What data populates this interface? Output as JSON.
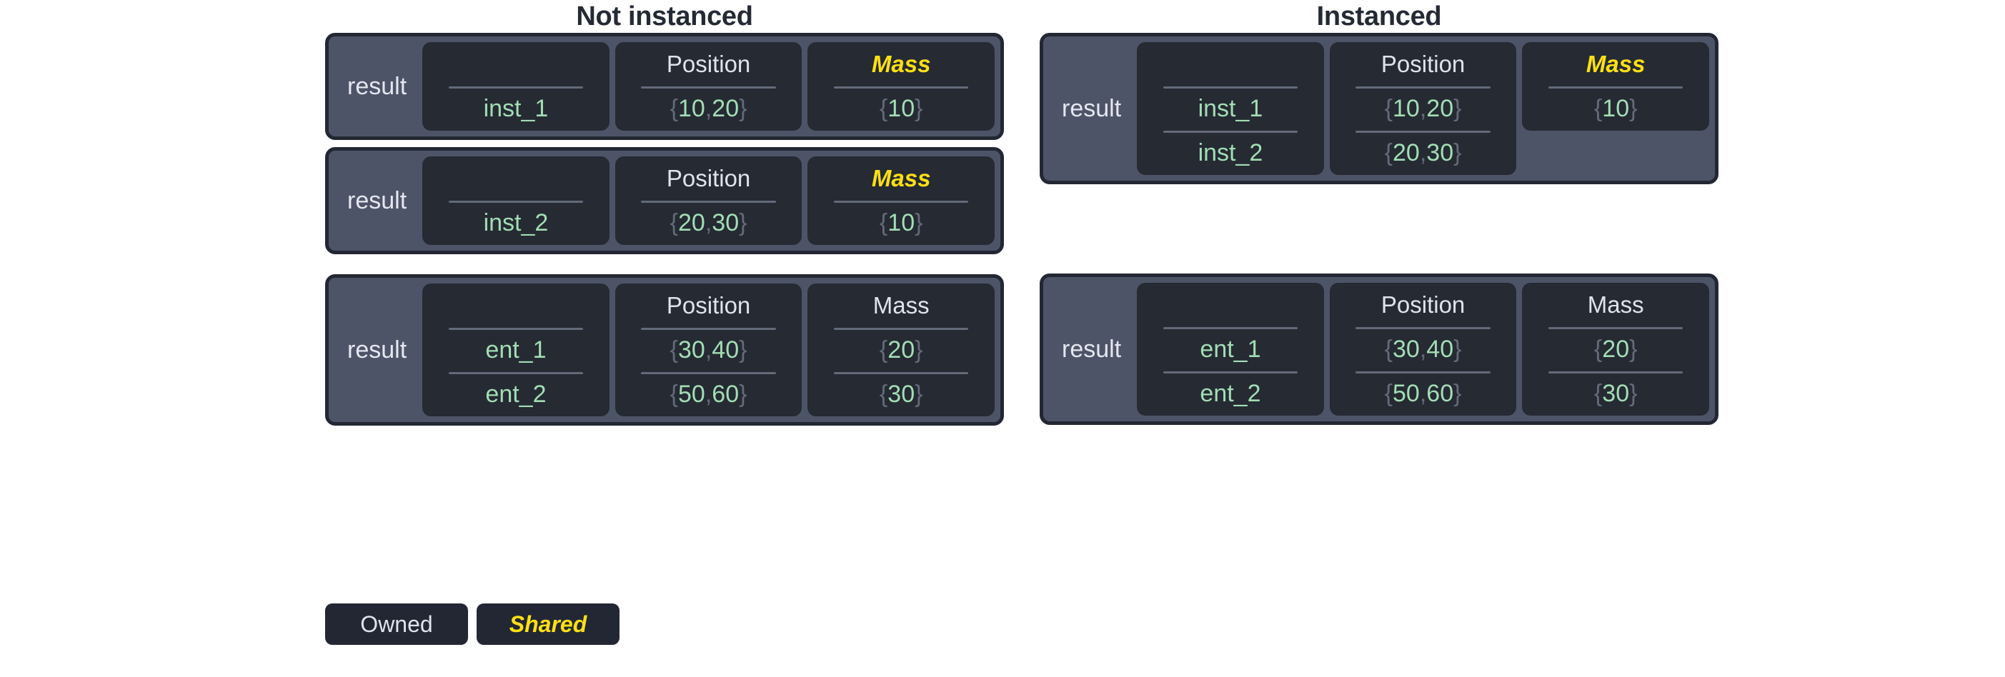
{
  "legend": {
    "owned_label": "Owned",
    "shared_label": "Shared"
  },
  "colors": {
    "page_background": "#ffffff",
    "title_text": "#242a35",
    "panel_fill": "#4e5468",
    "panel_border": "#222733",
    "cell_fill": "#252a33",
    "owned_text": "#dfe3ec",
    "shared_text": "#ffe014",
    "value_text": "#a3ddb4",
    "brace_text": "#636a79",
    "divider": "#636a79"
  },
  "columns": [
    {
      "title": "Not instanced",
      "groups": [
        {
          "result_label": "result",
          "data_columns": [
            {
              "header": "",
              "header_blank": true,
              "ownership": "owned",
              "cells": [
                "inst_1"
              ]
            },
            {
              "header": "Position",
              "ownership": "owned",
              "cells": [
                "{10, 20}"
              ]
            },
            {
              "header": "Mass",
              "ownership": "shared",
              "cells": [
                "{10}"
              ]
            }
          ]
        },
        {
          "result_label": "result",
          "data_columns": [
            {
              "header": "",
              "header_blank": true,
              "ownership": "owned",
              "cells": [
                "inst_2"
              ]
            },
            {
              "header": "Position",
              "ownership": "owned",
              "cells": [
                "{20, 30}"
              ]
            },
            {
              "header": "Mass",
              "ownership": "shared",
              "cells": [
                "{10}"
              ]
            }
          ]
        },
        {
          "result_label": "result",
          "spacer_before": 18,
          "data_columns": [
            {
              "header": "",
              "header_blank": true,
              "ownership": "owned",
              "cells": [
                "ent_1",
                "ent_2"
              ]
            },
            {
              "header": "Position",
              "ownership": "owned",
              "cells": [
                "{30, 40}",
                "{50, 60}"
              ]
            },
            {
              "header": "Mass",
              "ownership": "owned",
              "cells": [
                "{20}",
                "{30}"
              ]
            }
          ]
        }
      ]
    },
    {
      "title": "Instanced",
      "groups": [
        {
          "result_label": "result",
          "data_columns": [
            {
              "header": "",
              "header_blank": true,
              "ownership": "owned",
              "cells": [
                "inst_1",
                "inst_2"
              ]
            },
            {
              "header": "Position",
              "ownership": "owned",
              "cells": [
                "{10, 20}",
                "{20, 30}"
              ]
            },
            {
              "header": "Mass",
              "ownership": "shared",
              "cells": [
                "{10}"
              ]
            }
          ]
        },
        {
          "result_label": "result",
          "spacer_before": 115,
          "data_columns": [
            {
              "header": "",
              "header_blank": true,
              "ownership": "owned",
              "cells": [
                "ent_1",
                "ent_2"
              ]
            },
            {
              "header": "Position",
              "ownership": "owned",
              "cells": [
                "{30, 40}",
                "{50, 60}"
              ]
            },
            {
              "header": "Mass",
              "ownership": "owned",
              "cells": [
                "{20}",
                "{30}"
              ]
            }
          ]
        }
      ]
    }
  ]
}
